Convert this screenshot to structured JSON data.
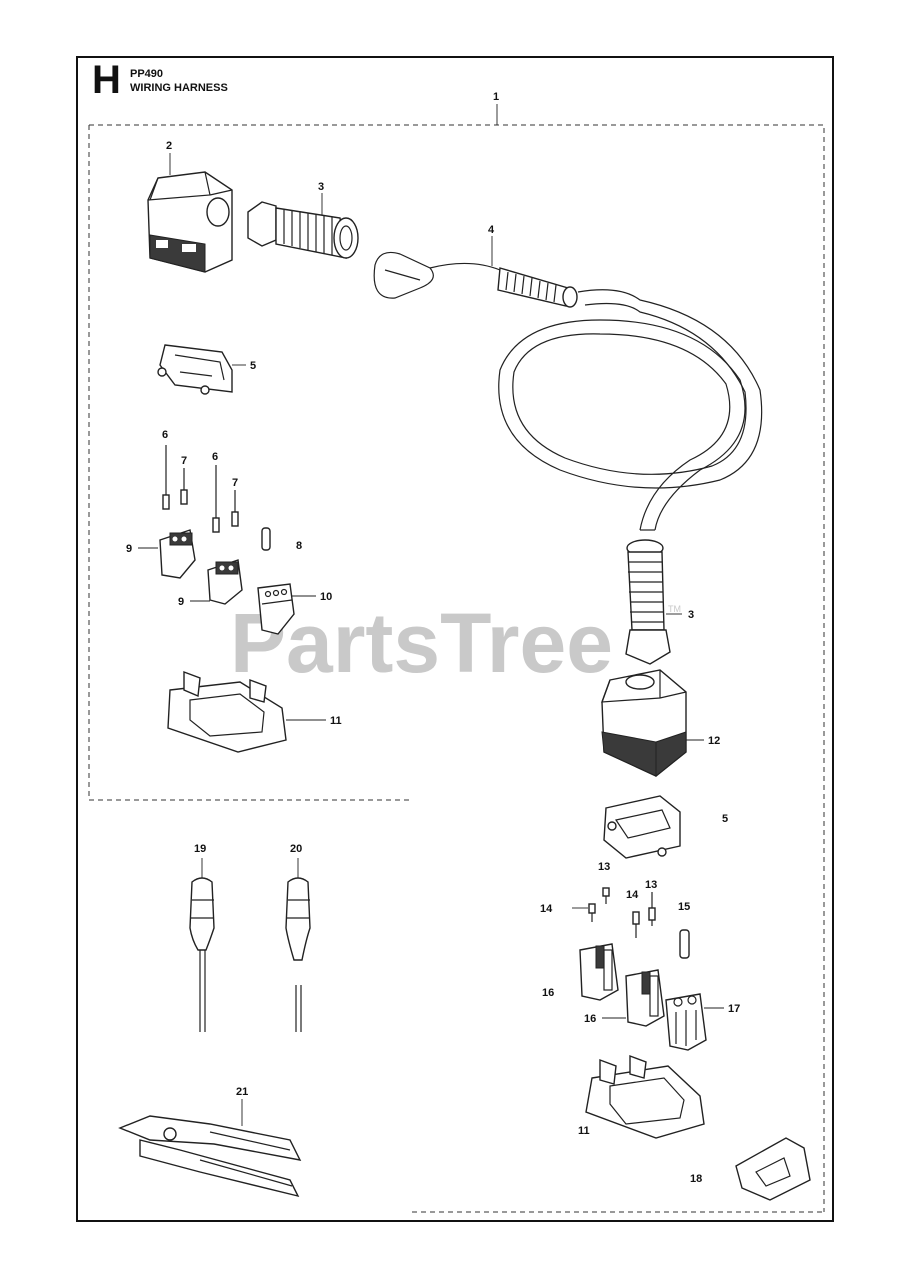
{
  "header": {
    "section_letter": "H",
    "model_code": "PP490",
    "title": "WIRING HARNESS"
  },
  "watermark": {
    "text": "PartsTree",
    "mark": "TM"
  },
  "callouts": {
    "c1": "1",
    "c2": "2",
    "c3a": "3",
    "c3b": "3",
    "c4": "4",
    "c5a": "5",
    "c5b": "5",
    "c6a": "6",
    "c6b": "6",
    "c7a": "7",
    "c7b": "7",
    "c8": "8",
    "c9a": "9",
    "c9b": "9",
    "c10": "10",
    "c11a": "11",
    "c11b": "11",
    "c12": "12",
    "c13a": "13",
    "c13b": "13",
    "c14a": "14",
    "c14b": "14",
    "c15": "15",
    "c16a": "16",
    "c16b": "16",
    "c17": "17",
    "c18": "18",
    "c19": "19",
    "c20": "20",
    "c21": "21"
  },
  "colors": {
    "line": "#222222",
    "watermark": "#c9c9c9",
    "background": "#ffffff"
  }
}
